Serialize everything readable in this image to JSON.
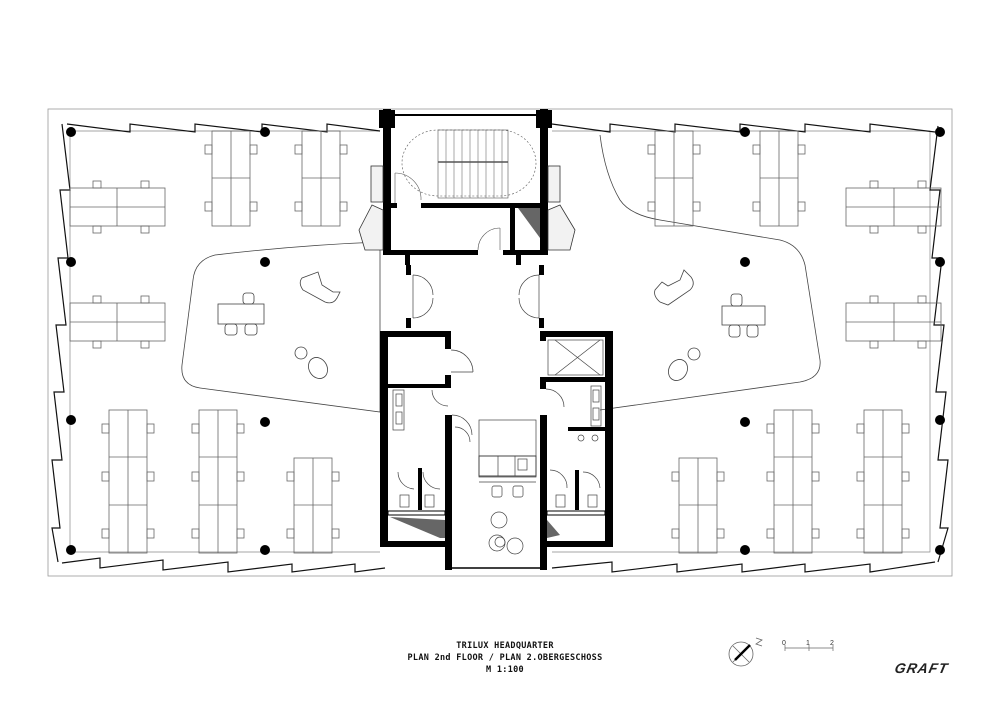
{
  "drawing": {
    "title": "TRILUX HEADQUARTER",
    "subtitle": "PLAN 2nd FLOOR / PLAN 2.OBERGESCHOSS",
    "scale": "M 1:100"
  },
  "scale_bar": {
    "labels": [
      "0",
      "1",
      "2"
    ]
  },
  "north_arrow": {
    "label": "N",
    "icon": "north-arrow-icon"
  },
  "logo": {
    "text": "GRAFT"
  },
  "colors": {
    "line": "#111111",
    "wall": "#000000",
    "thin": "#555555",
    "fill_gray": "#666666",
    "background": "#ffffff"
  },
  "plan": {
    "zones": [
      "west-open-office",
      "east-open-office",
      "central-core",
      "stairwell",
      "restrooms-west",
      "restrooms-east",
      "kitchenette",
      "lounge-west",
      "lounge-east"
    ]
  }
}
